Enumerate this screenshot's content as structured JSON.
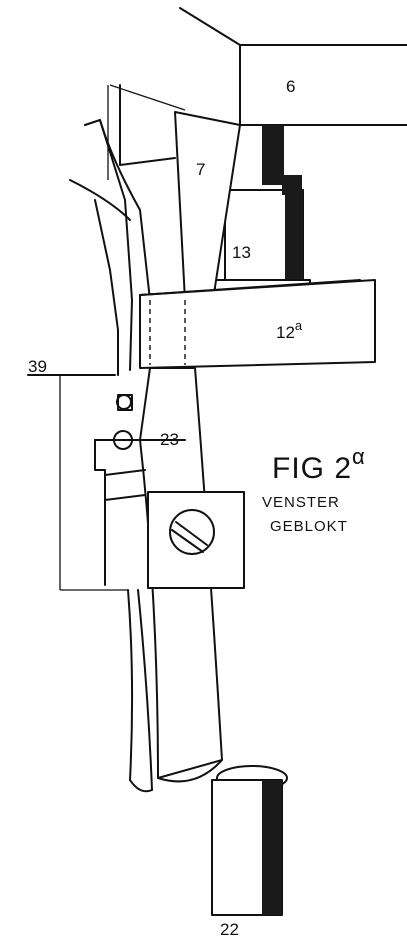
{
  "figure": {
    "title_main": "FIG 2",
    "title_sup": "α",
    "caption_line1": "VENSTER",
    "caption_line2": "GEBLOKT"
  },
  "labels": {
    "l6": "6",
    "l7": "7",
    "l13": "13",
    "l12": "12",
    "l12_sup": "a",
    "l39": "39",
    "l23": "23",
    "l22": "22"
  }
}
